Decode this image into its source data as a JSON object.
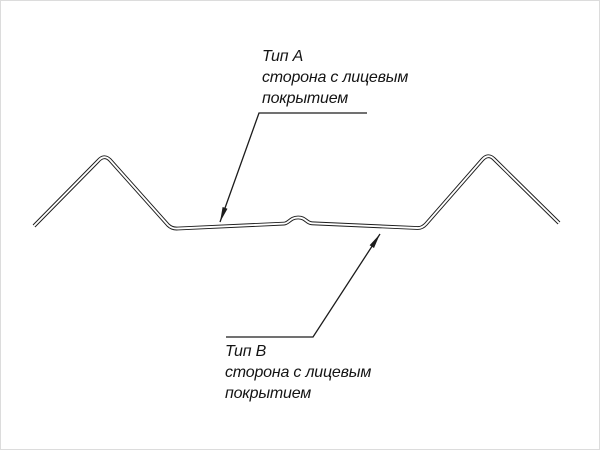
{
  "diagram": {
    "type": "technical-profile-cross-section",
    "labels": {
      "top": {
        "title": "Тип A",
        "line1": "сторона с лицевым",
        "line2": "покрытием"
      },
      "bottom": {
        "title": "Тип B",
        "line1": "сторона с лицевым",
        "line2": "покрытием"
      }
    },
    "colors": {
      "line": "#1c1c1c",
      "background": "#ffffff"
    }
  }
}
